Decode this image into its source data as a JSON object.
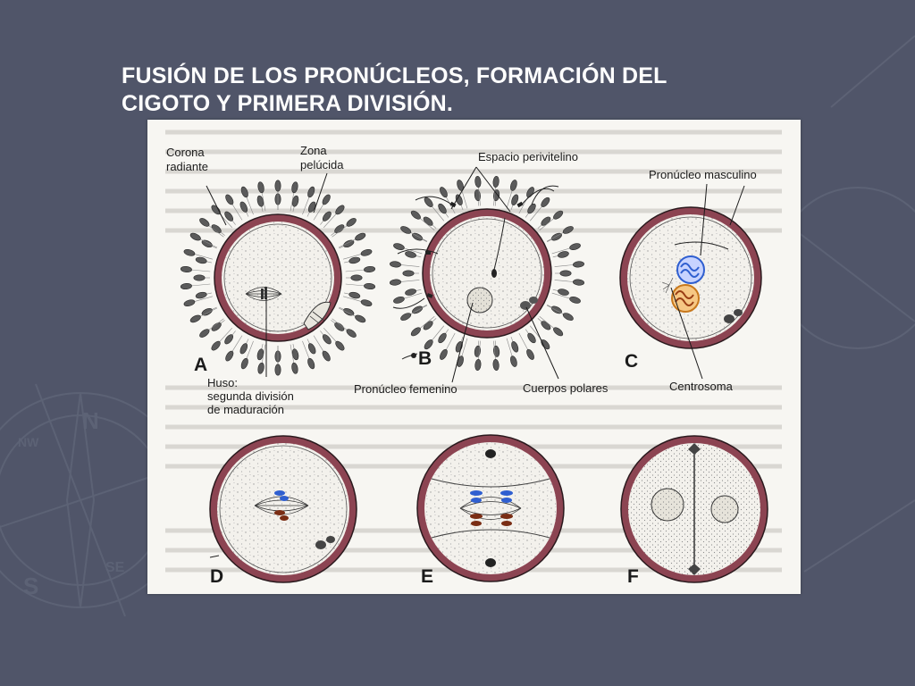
{
  "slide": {
    "title_line1": "FUSIÓN DE LOS PRONÚCLEOS, FORMACIÓN DEL",
    "title_line2": "CIGOTO Y PRIMERA DIVISIÓN."
  },
  "labels": {
    "corona_1": "Corona",
    "corona_2": "radiante",
    "zona_1": "Zona",
    "zona_2": "pelúcida",
    "espacio": "Espacio perivitelino",
    "pronucleo_masculino": "Pronúcleo masculino",
    "huso_1": "Huso:",
    "huso_2": "segunda división",
    "huso_3": "de maduración",
    "pronucleo_femenino": "Pronúcleo femenino",
    "cuerpos_polares": "Cuerpos polares",
    "centrosoma": "Centrosoma"
  },
  "panel_letters": [
    "A",
    "B",
    "C",
    "D",
    "E",
    "F"
  ],
  "colors": {
    "background": "#505569",
    "zona_pelucida": "#8c4452",
    "figure_paper": "#f7f6f2",
    "chromosome_blue": "#2f5fd0",
    "chromosome_orange": "#c8781c",
    "ink": "#1b1b1b"
  },
  "icons": {
    "background_decoration": "compass-rose-icon"
  }
}
